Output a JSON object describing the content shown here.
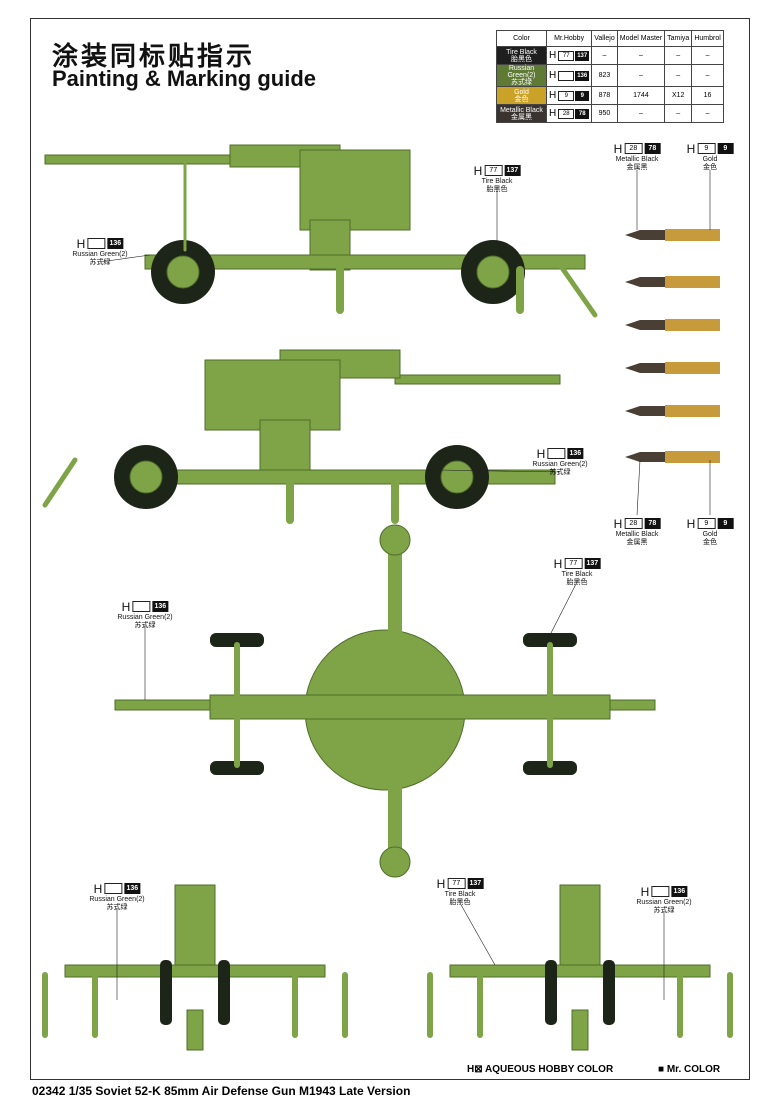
{
  "header": {
    "title_cn": "涂装同标贴指示",
    "title_en": "Painting & Marking guide"
  },
  "color_table": {
    "headers": [
      "Color",
      "Mr.Hobby",
      "Vallejo",
      "Model Master",
      "Tamiya",
      "Humbrol"
    ],
    "rows": [
      {
        "name": "Tire Black",
        "name_cn": "胎黑色",
        "swatch": "#1f1f1f",
        "h_white": "77",
        "h_black": "137",
        "vallejo": "–",
        "model_master": "–",
        "tamiya": "–",
        "humbrol": "–"
      },
      {
        "name": "Russian Green(2)",
        "name_cn": "苏式绿",
        "swatch": "#5f7a35",
        "h_white": "",
        "h_black": "136",
        "vallejo": "823",
        "model_master": "–",
        "tamiya": "–",
        "humbrol": "–"
      },
      {
        "name": "Gold",
        "name_cn": "金色",
        "swatch": "#c9a227",
        "h_white": "9",
        "h_black": "9",
        "vallejo": "878",
        "model_master": "1744",
        "tamiya": "X12",
        "humbrol": "16"
      },
      {
        "name": "Metallic Black",
        "name_cn": "金属黑",
        "swatch": "#3a3330",
        "h_white": "28",
        "h_black": "78",
        "vallejo": "950",
        "model_master": "–",
        "tamiya": "–",
        "humbrol": "–"
      }
    ]
  },
  "callouts": [
    {
      "h": "H",
      "white": "",
      "black": "136",
      "name": "Russian Green(2)",
      "cn": "苏式绿"
    },
    {
      "h": "H",
      "white": "77",
      "black": "137",
      "name": "Tire Black",
      "cn": "胎黑色"
    },
    {
      "h": "H",
      "white": "28",
      "black": "78",
      "name": "Metallic Black",
      "cn": "金属黑"
    },
    {
      "h": "H",
      "white": "9",
      "black": "9",
      "name": "Gold",
      "cn": "金色"
    },
    {
      "h": "H",
      "white": "",
      "black": "136",
      "name": "Russian Green(2)",
      "cn": "苏式绿"
    },
    {
      "h": "H",
      "white": "28",
      "black": "78",
      "name": "Metallic Black",
      "cn": "金属黑"
    },
    {
      "h": "H",
      "white": "9",
      "black": "9",
      "name": "Gold",
      "cn": "金色"
    },
    {
      "h": "H",
      "white": "",
      "black": "136",
      "name": "Russian Green(2)",
      "cn": "苏式绿"
    },
    {
      "h": "H",
      "white": "77",
      "black": "137",
      "name": "Tire Black",
      "cn": "胎黑色"
    },
    {
      "h": "H",
      "white": "",
      "black": "136",
      "name": "Russian Green(2)",
      "cn": "苏式绿"
    },
    {
      "h": "H",
      "white": "77",
      "black": "137",
      "name": "Tire Black",
      "cn": "胎黑色"
    },
    {
      "h": "H",
      "white": "",
      "black": "136",
      "name": "Russian Green(2)",
      "cn": "苏式绿"
    }
  ],
  "legend": {
    "aqueous": "H⊠ AQUEOUS HOBBY COLOR",
    "mr_color": "■ Mr. COLOR"
  },
  "footer": "02342 1/35 Soviet 52-K 85mm Air Defense Gun M1943 Late Version",
  "colors": {
    "green": "#7ea447",
    "dark_green": "#4f6e2a",
    "tire": "#1d2418",
    "brass": "#c79a3c",
    "steel": "#4a3f35"
  }
}
